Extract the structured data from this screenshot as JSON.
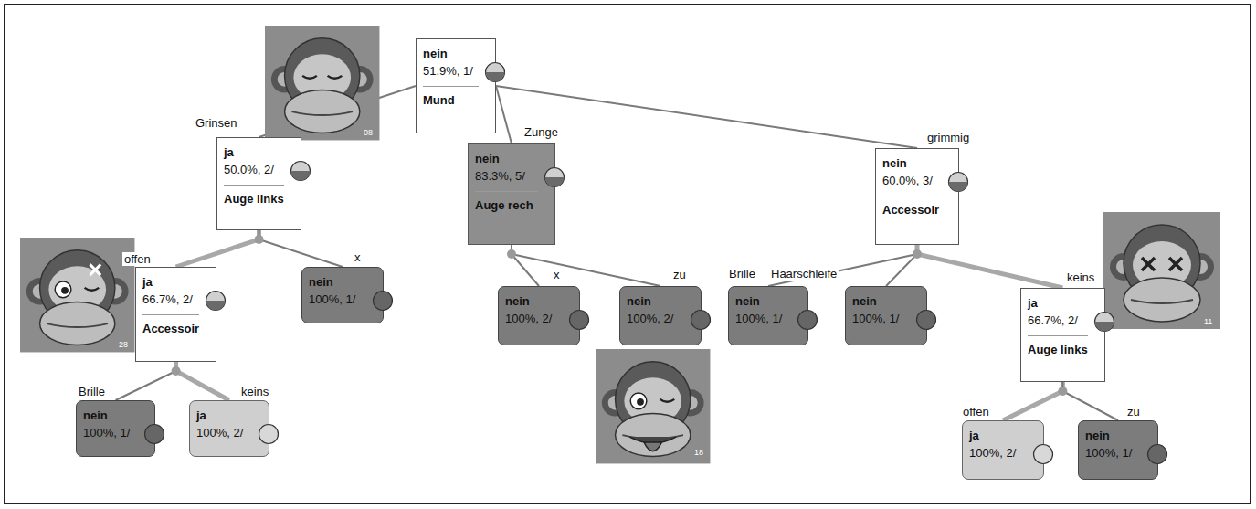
{
  "diagram": {
    "nodes": [
      {
        "text": [
          "nein",
          "51.9%, 1/",
          "Mund"
        ]
      },
      {
        "text": [
          "ja",
          "50.0%, 2/",
          "Auge links"
        ]
      },
      {
        "text": [
          "nein",
          "83.3%, 5/",
          "Auge rech"
        ]
      },
      {
        "text": [
          "nein",
          "60.0%, 3/",
          "Accessoir"
        ]
      },
      {
        "text": [
          "ja",
          "66.7%, 2/",
          "Accessoir"
        ]
      },
      {
        "text": [
          "nein",
          "100%, 1/"
        ]
      },
      {
        "text": [
          "nein",
          "100%, 1/"
        ]
      },
      {
        "text": [
          "ja",
          "100%, 2/"
        ]
      },
      {
        "text": [
          "nein",
          "100%, 2/"
        ]
      },
      {
        "text": [
          "nein",
          "100%, 2/"
        ]
      },
      {
        "text": [
          "nein",
          "100%, 1/"
        ]
      },
      {
        "text": [
          "nein",
          "100%, 1/"
        ]
      },
      {
        "text": [
          "ja",
          "66.7%, 2/",
          "Auge links"
        ]
      },
      {
        "text": [
          "ja",
          "100%, 2/"
        ]
      },
      {
        "text": [
          "nein",
          "100%, 1/"
        ]
      }
    ],
    "edges": [
      {
        "from": 0,
        "to": 1,
        "label": "Grinsen",
        "arrow": "none"
      },
      {
        "from": 0,
        "to": 2,
        "label": "Zunge",
        "arrow": "none"
      },
      {
        "from": 0,
        "to": 3,
        "label": "grimmig",
        "arrow": "none"
      },
      {
        "from": 1,
        "to": 4,
        "label": "offen",
        "arrow": "none"
      },
      {
        "from": 1,
        "to": 5,
        "label": "x",
        "arrow": "none"
      },
      {
        "from": 4,
        "to": 6,
        "label": "Brille",
        "arrow": "none"
      },
      {
        "from": 4,
        "to": 7,
        "label": "keins",
        "arrow": "none"
      },
      {
        "from": 2,
        "to": 8,
        "label": "x",
        "arrow": "none"
      },
      {
        "from": 2,
        "to": 9,
        "label": "zu",
        "arrow": "none"
      },
      {
        "from": 3,
        "to": 10,
        "label": "Brille",
        "arrow": "none"
      },
      {
        "from": 3,
        "to": 11,
        "label": "Haarschleife",
        "arrow": "none"
      },
      {
        "from": 3,
        "to": 12,
        "label": "keins",
        "arrow": "none"
      },
      {
        "from": 12,
        "to": 13,
        "label": "offen",
        "arrow": "none"
      },
      {
        "from": 12,
        "to": 14,
        "label": "zu",
        "arrow": "none"
      }
    ],
    "labels": [
      "08",
      "28",
      "18",
      "11"
    ]
  }
}
